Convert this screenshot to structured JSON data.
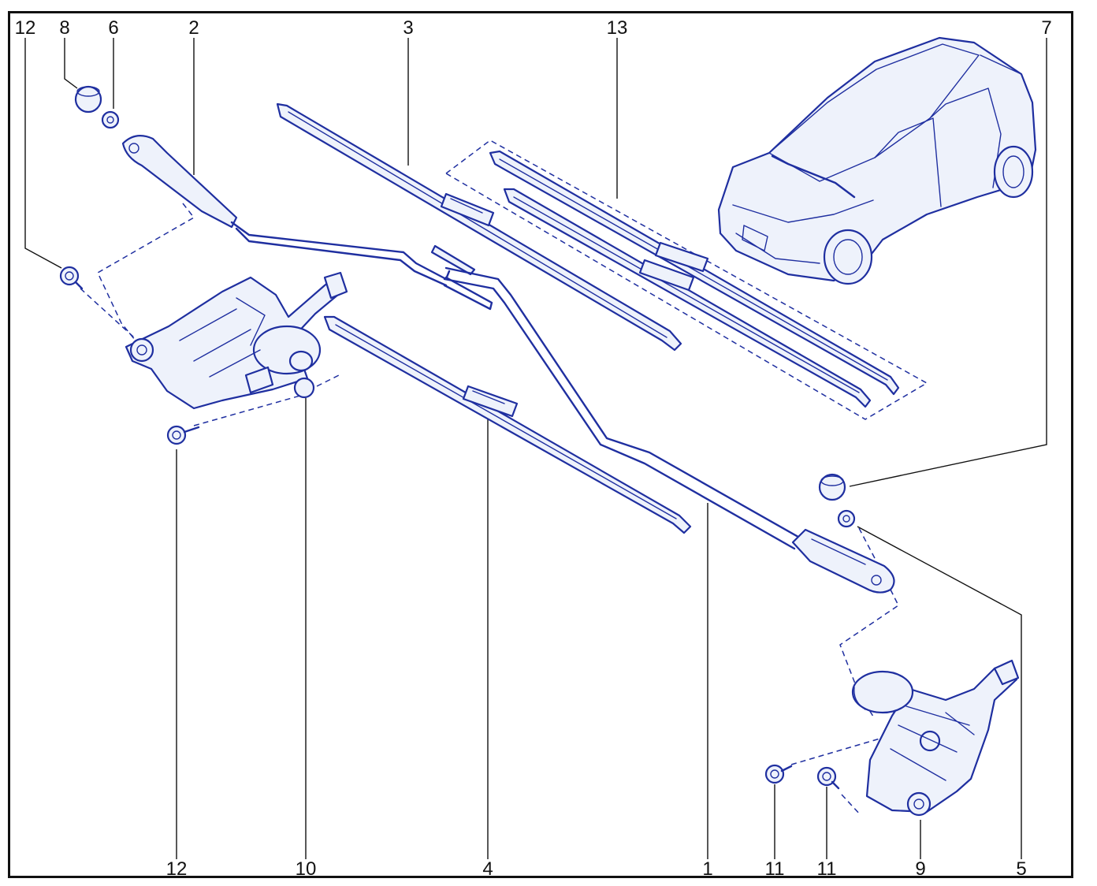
{
  "figure": {
    "callouts_top": [
      "12",
      "8",
      "6",
      "2",
      "3",
      "13",
      "7"
    ],
    "callouts_bottom": [
      "12",
      "10",
      "4",
      "1",
      "11",
      "11",
      "9",
      "5"
    ]
  },
  "colors": {
    "line": "#1f2fa0",
    "fill": "#eef2fb",
    "frame": "#111111"
  },
  "parts": [
    {
      "id": "wiper-arm-right",
      "num": "1"
    },
    {
      "id": "wiper-arm-left",
      "num": "2"
    },
    {
      "id": "wiper-blade-long",
      "num": "3"
    },
    {
      "id": "wiper-blade-short",
      "num": "4"
    },
    {
      "id": "nut-right",
      "num": "5"
    },
    {
      "id": "nut-left",
      "num": "6"
    },
    {
      "id": "cap-right",
      "num": "7"
    },
    {
      "id": "cap-left",
      "num": "8"
    },
    {
      "id": "wiper-motor-right",
      "num": "9"
    },
    {
      "id": "wiper-motor-left",
      "num": "10"
    },
    {
      "id": "bolt-right",
      "num": "11"
    },
    {
      "id": "bolt-left",
      "num": "12"
    },
    {
      "id": "wiper-blade-set",
      "num": "13"
    }
  ]
}
